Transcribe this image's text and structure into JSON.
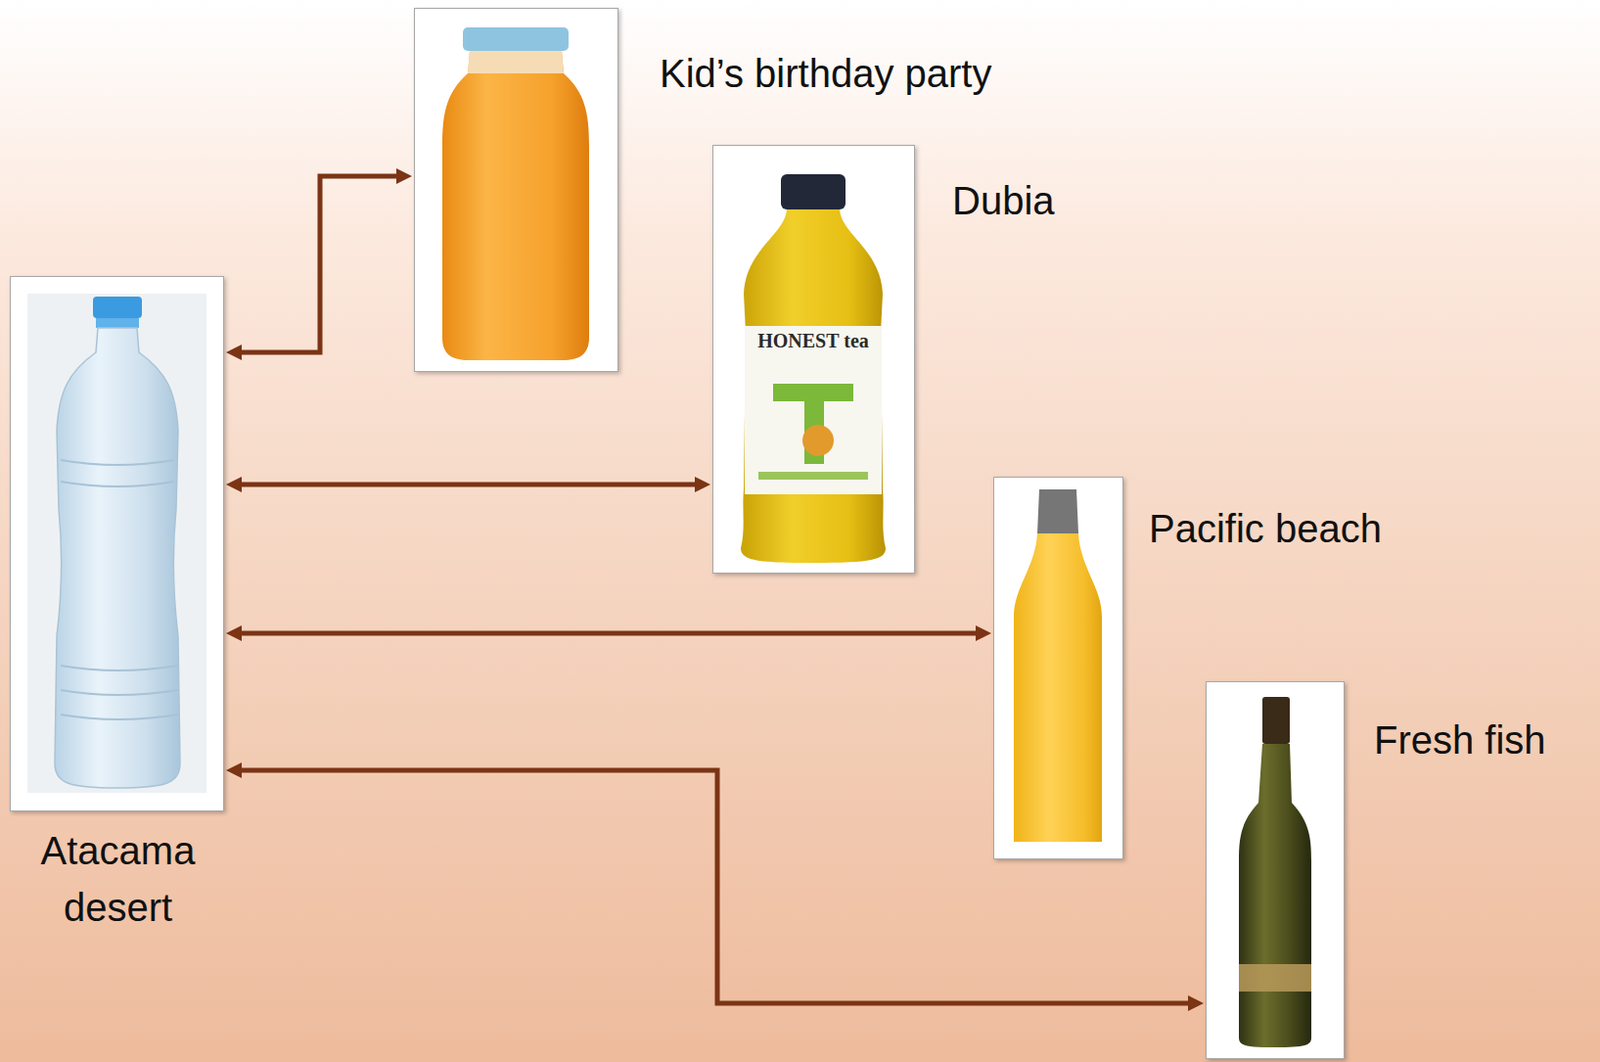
{
  "diagram": {
    "nodes": [
      {
        "text": [
          "Atacama desert"
        ]
      },
      {
        "text": [
          "Kid’s birthday party"
        ]
      },
      {
        "text": [
          "Dubia"
        ]
      },
      {
        "text": [
          "Pacific beach"
        ]
      },
      {
        "text": [
          "Fresh fish"
        ]
      }
    ],
    "edges": [
      {
        "from": 0,
        "to": 1,
        "arrow": "both"
      },
      {
        "from": 0,
        "to": 2,
        "arrow": "both"
      },
      {
        "from": 0,
        "to": 3,
        "arrow": "both"
      },
      {
        "from": 0,
        "to": 4,
        "arrow": "both"
      }
    ],
    "labels": [
      "HONEST tea"
    ]
  }
}
